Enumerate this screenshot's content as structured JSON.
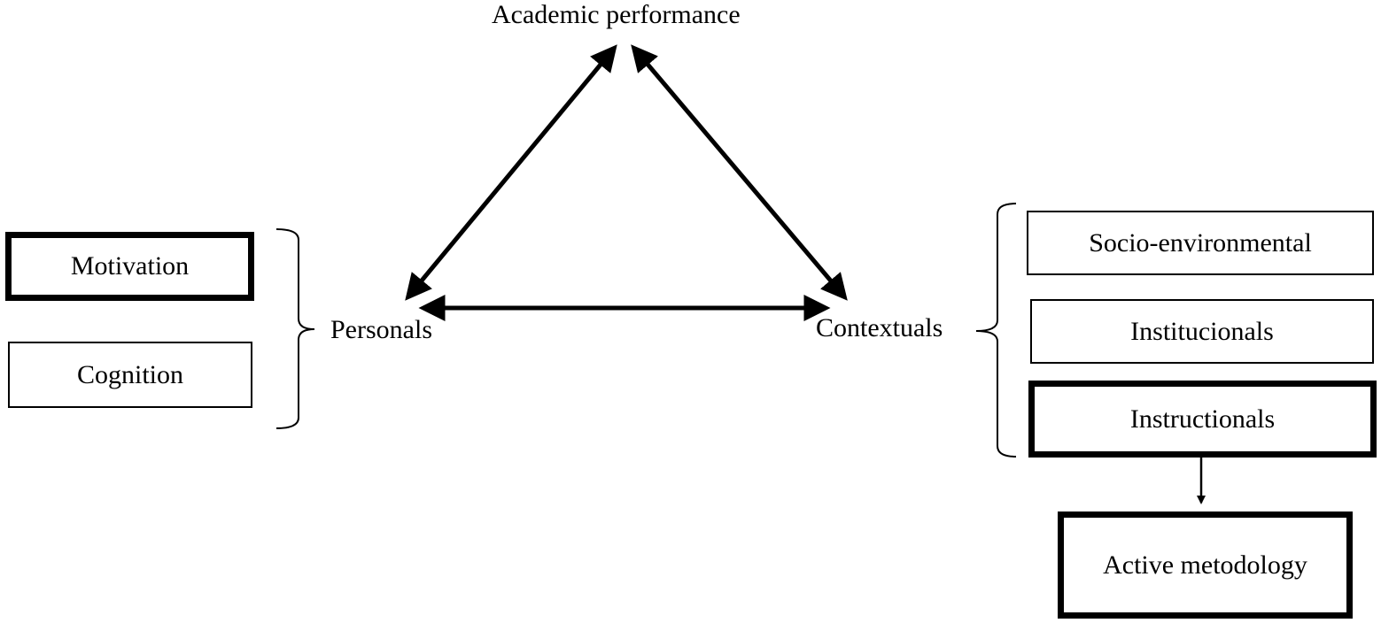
{
  "nodes": {
    "top": "Academic performance",
    "left": "Personals",
    "right": "Contextuals"
  },
  "personal_factors": [
    "Motivation",
    "Cognition"
  ],
  "contextual_factors": [
    "Socio-environmental",
    "Institucionals",
    "Instructionals"
  ],
  "outcome": "Active metodology",
  "emphasized": [
    "Motivation",
    "Instructionals",
    "Active metodology"
  ]
}
